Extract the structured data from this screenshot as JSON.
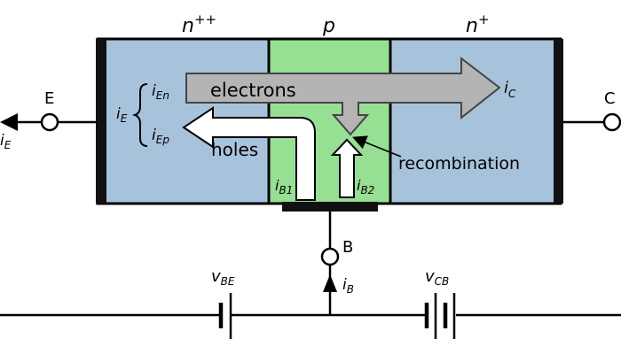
{
  "colors": {
    "emitter": "#a7c3dc",
    "base": "#96e094",
    "collector": "#a7c3dc",
    "contact": "#111111",
    "electron_arrow": "#b4b4b4",
    "wire": "#000000"
  },
  "regions": {
    "emitter_doping": "n",
    "emitter_doping_sup": "++",
    "base_doping": "p",
    "collector_doping": "n",
    "collector_doping_sup": "+"
  },
  "terminals": {
    "emitter": "E",
    "base": "B",
    "collector": "C"
  },
  "currents": {
    "iE": {
      "main": "i",
      "sub": "E"
    },
    "iE_left": {
      "main": "i",
      "sub": "E"
    },
    "iEn": {
      "main": "i",
      "sub": "En"
    },
    "iEp": {
      "main": "i",
      "sub": "Ep"
    },
    "iC": {
      "main": "i",
      "sub": "C"
    },
    "iB": {
      "main": "i",
      "sub": "B"
    },
    "iB1": {
      "main": "i",
      "sub": "B1"
    },
    "iB2": {
      "main": "i",
      "sub": "B2"
    }
  },
  "flow_labels": {
    "electrons": "electrons",
    "holes": "holes",
    "recombination": "recombination"
  },
  "sources": {
    "vBE": {
      "main": "v",
      "sub": "BE"
    },
    "vCB": {
      "main": "v",
      "sub": "CB"
    }
  }
}
